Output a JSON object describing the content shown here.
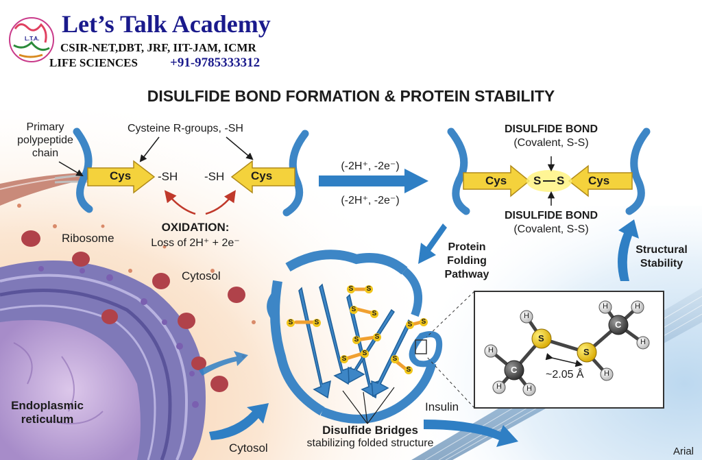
{
  "brand": {
    "name": "Let’s Talk Academy",
    "exams": "CSIR-NET,DBT, JRF, IIT-JAM, ICMR",
    "subject": "LIFE SCIENCES",
    "phone": "+91-9785333312",
    "logo_text": "L.T.A."
  },
  "title": "DISULFIDE BOND FORMATION & PROTEIN STABILITY",
  "labels": {
    "primary_chain": [
      "Primary",
      "polypeptide",
      "chain"
    ],
    "r_groups": "Cysteine R-groups, -SH",
    "cys": "Cys",
    "sh": "-SH",
    "oxidation_title": "OXIDATION:",
    "oxidation_detail": "Loss of 2H⁺ + 2e⁻",
    "reaction_top": "(-2H⁺, -2e⁻)",
    "reaction_bottom": "(-2H⁺, -2e⁻)",
    "bond_title_top": "DISULFIDE BOND",
    "bond_sub_top": "(Covalent, S-S)",
    "bond_title_bottom": "DISULFIDE BOND",
    "bond_sub_bottom": "(Covalent, S-S)",
    "s_atom": "S",
    "folding_pathway": [
      "Protein",
      "Folding",
      "Pathway"
    ],
    "structural_stability": [
      "Structural",
      "Stability"
    ],
    "ribosome": "Ribosome",
    "cytosol_top": "Cytosol",
    "cytosol_bottom": "Cytosol",
    "er": [
      "Endoplasmic",
      "reticulum"
    ],
    "bridges_title": "Disulfide Bridges",
    "bridges_sub": "stabilizing folded structure",
    "insulin": "Insulin",
    "distance": "~2.05 Å",
    "atom_c": "C",
    "atom_h": "H",
    "corner": "Arial"
  },
  "colors": {
    "chain_blue": "#3d86c6",
    "cys_yellow": "#f4d23c",
    "sulfur": "#f0c419",
    "bridge_orange": "#f0a030",
    "arrow_blue": "#2f7fc4",
    "oxidation_red": "#c0392b",
    "ribosome": "#b0424a",
    "er_purple": "#8e86c4",
    "brand_navy": "#1a1a8c"
  }
}
